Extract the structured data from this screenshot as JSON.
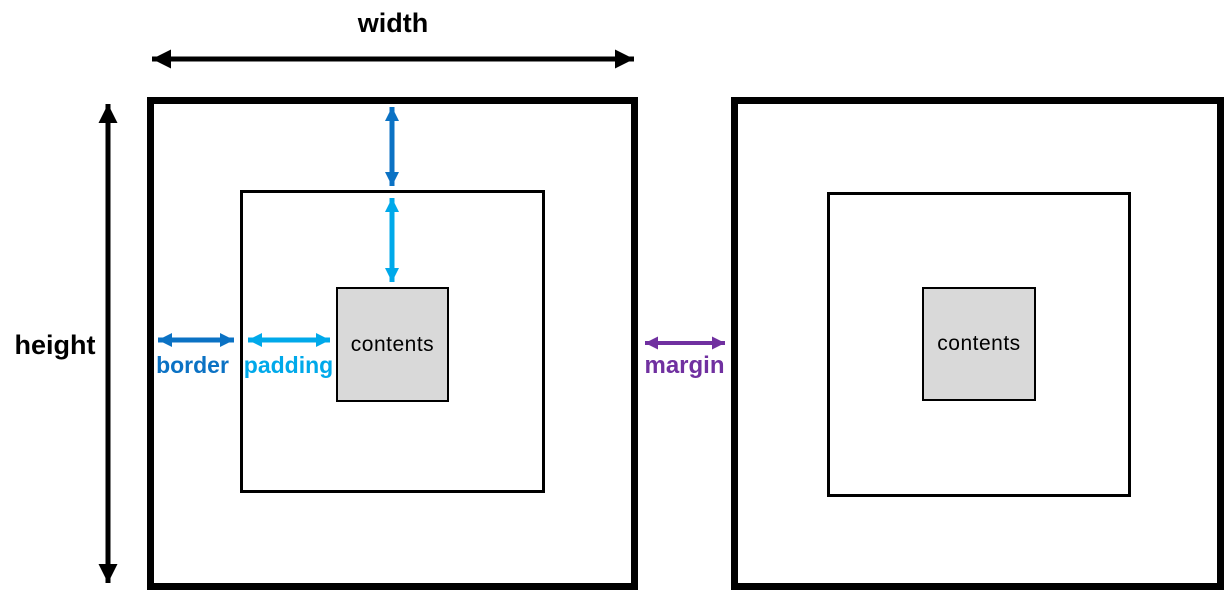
{
  "diagram": {
    "type": "css-box-model",
    "labels": {
      "width": "width",
      "height": "height",
      "border": "border",
      "padding": "padding",
      "margin": "margin"
    },
    "boxes": [
      {
        "side": "left",
        "contents_label": "contents"
      },
      {
        "side": "right",
        "contents_label": "contents"
      }
    ],
    "colors": {
      "box_outline": "#000000",
      "dimension_arrows": "#000000",
      "border": "#0B72C4",
      "padding": "#00A9EA",
      "margin": "#7030A0",
      "contents_fill": "#D9D9D9"
    }
  }
}
